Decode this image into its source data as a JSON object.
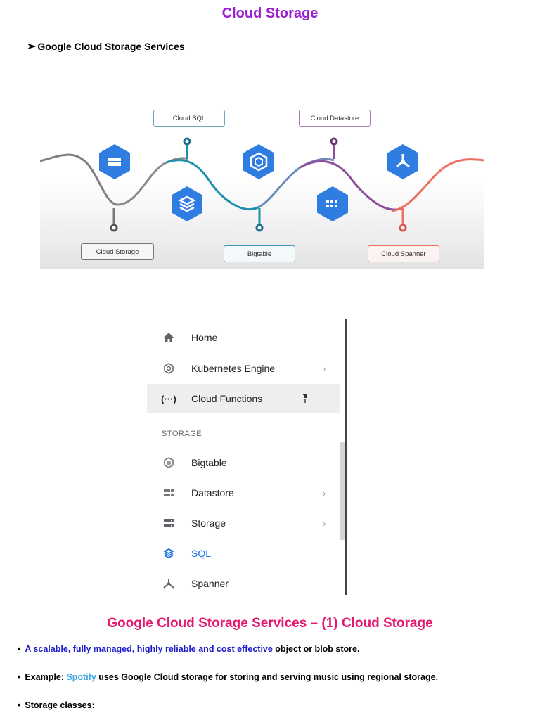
{
  "page_title": "Cloud Storage",
  "section_heading": {
    "arrow": "➢",
    "text": "Google Cloud Storage Services"
  },
  "diagram": {
    "labels": {
      "cloud_sql": "Cloud SQL",
      "cloud_datastore": "Cloud Datastore",
      "cloud_storage": "Cloud Storage",
      "bigtable": "Bigtable",
      "cloud_spanner": "Cloud Spanner"
    },
    "colors": {
      "gray": "#7f7f7f",
      "teal": "#1f8fae",
      "purple": "#8b4f9c",
      "coral": "#ef6f63",
      "hex_blue": "#2f7de1"
    }
  },
  "nav": {
    "items": {
      "home": "Home",
      "kubernetes": "Kubernetes Engine",
      "functions": "Cloud Functions",
      "bigtable": "Bigtable",
      "datastore": "Datastore",
      "storage": "Storage",
      "sql": "SQL",
      "spanner": "Spanner"
    },
    "section_storage": "STORAGE",
    "chevron": "›",
    "pin": "📌"
  },
  "sub_title": "Google Cloud Storage Services – (1) Cloud Storage",
  "bullets": {
    "b1_blue": "A scalable, fully managed, highly reliable and cost effective",
    "b1_rest": " object or  blob store.",
    "b2_a": "Example: ",
    "b2_spotify": "Spotify",
    "b2_rest": " uses Google Cloud storage for storing and serving music using regional storage.",
    "b3": "Storage classes:"
  },
  "bullet_char": "•"
}
